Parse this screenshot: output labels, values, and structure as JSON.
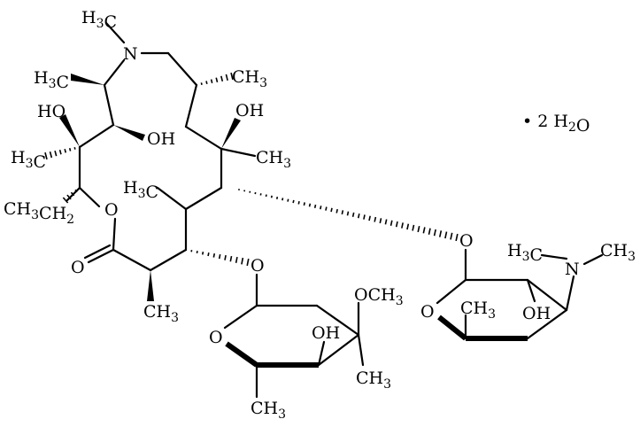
{
  "molecule": {
    "labels": {
      "n_ring": "N",
      "nme_h3c": "H3C",
      "c10_h3c": "H3C",
      "c11_oh": "HO",
      "c12_oh": "OH",
      "c12_h3c": "H3C",
      "c13_ethyl": "CH3CH2",
      "lactone_o": "O",
      "carbonyl_o": "O",
      "c2_ch3": "CH3",
      "c8_ch3": "CH3",
      "c6_oh": "OH",
      "c6_ch3": "CH3",
      "c4_h3c": "H3C",
      "o_cladinose_link": "O",
      "o_desosamine_link": "O",
      "hydrate": "• 2 H2O",
      "cladinose_ring_o": "O",
      "cladinose_oh": "OH",
      "cladinose_och3": "OCH3",
      "cladinose_ch3_c3": "CH3",
      "cladinose_ch3_c5": "CH3",
      "desosamine_ring_o": "O",
      "desosamine_ch3": "CH3",
      "desosamine_oh": "OH",
      "desosamine_n": "N",
      "desosamine_h3c": "H3C",
      "desosamine_ch3_n": "CH3"
    }
  }
}
